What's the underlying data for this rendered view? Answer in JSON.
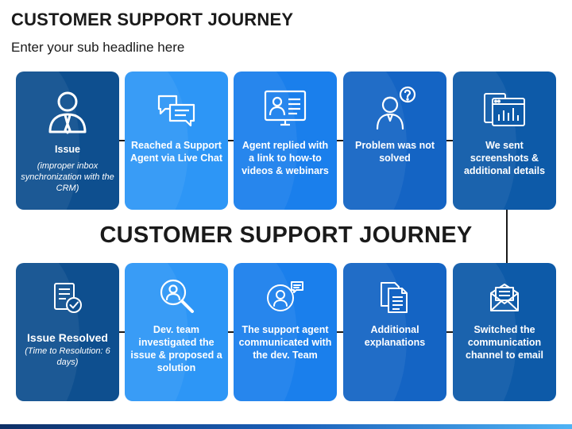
{
  "header": {
    "title": "CUSTOMER SUPPORT JOURNEY",
    "subtitle": "Enter your sub headline here"
  },
  "center_title": "CUSTOMER SUPPORT JOURNEY",
  "top_row": [
    {
      "icon": "person-tie-icon",
      "label": "Issue",
      "note": "(improper inbox synchronization with the CRM)"
    },
    {
      "icon": "chat-bubbles-icon",
      "label": "Reached a Support Agent via Live Chat"
    },
    {
      "icon": "monitor-agent-icon",
      "label": "Agent replied with a link to how-to videos & webinars"
    },
    {
      "icon": "confused-person-icon",
      "label": "Problem was not solved"
    },
    {
      "icon": "screenshot-chart-icon",
      "label": "We sent screenshots & additional details"
    }
  ],
  "bottom_row": [
    {
      "icon": "resolved-list-icon",
      "label": "Issue Resolved",
      "note": "(Time to Resolution: 6 days)"
    },
    {
      "icon": "magnify-person-icon",
      "label": "Dev. team investigated the issue & proposed a solution"
    },
    {
      "icon": "agent-headset-icon",
      "label": "The support agent communicated with the dev. Team"
    },
    {
      "icon": "documents-icon",
      "label": "Additional explanations"
    },
    {
      "icon": "envelope-icon",
      "label": "Switched the communication channel to email"
    }
  ],
  "colors": {
    "dark_navy": "#0e4f8f",
    "light_blue": "#2d96f6",
    "mid_blue": "#1a7fec",
    "royal_blue": "#1464c4",
    "deep_blue": "#0d5aa8"
  }
}
